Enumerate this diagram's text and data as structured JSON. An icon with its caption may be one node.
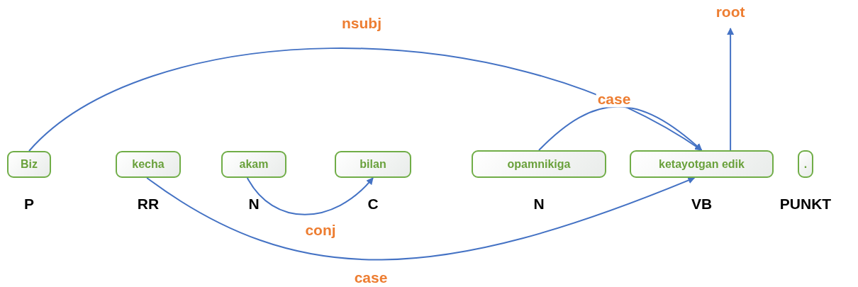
{
  "diagram": {
    "nodes": [
      {
        "text": [
          "Biz"
        ],
        "beside": [
          "P"
        ]
      },
      {
        "text": [
          "kecha"
        ],
        "beside": [
          "RR"
        ]
      },
      {
        "text": [
          "akam"
        ],
        "beside": [
          "N"
        ]
      },
      {
        "text": [
          "bilan"
        ],
        "beside": [
          "C"
        ]
      },
      {
        "text": [
          "opamnikiga"
        ],
        "beside": [
          "N"
        ]
      },
      {
        "text": [
          "ketayotgan edik"
        ],
        "beside": [
          "VB"
        ]
      },
      {
        "text": [
          "."
        ],
        "beside": [
          "PUNKT"
        ]
      }
    ],
    "edges": [
      {
        "from": 0,
        "to": 5,
        "arrow": "to",
        "label": "nsubj"
      },
      {
        "from": 4,
        "to": 5,
        "arrow": "to",
        "label": "case"
      },
      {
        "from": 2,
        "to": 3,
        "arrow": "to",
        "label": "conj"
      },
      {
        "from": 1,
        "to": 5,
        "arrow": "to",
        "label": "case"
      },
      {
        "from": 5,
        "to": null,
        "arrow": "to",
        "label": "root"
      }
    ]
  }
}
